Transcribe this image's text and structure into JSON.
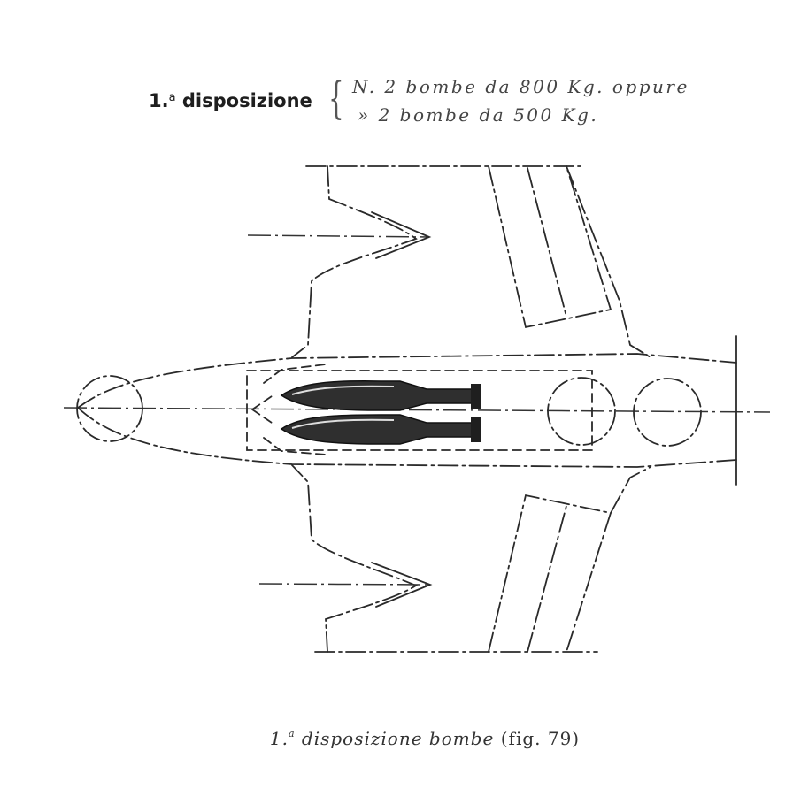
{
  "header": {
    "number": "1.",
    "number_sup": "a",
    "title": "disposizione",
    "options": [
      "N. 2 bombe da 800 Kg. oppure",
      "» 2 bombe da 500 Kg."
    ]
  },
  "caption": {
    "number": "1.",
    "number_sup": "a",
    "text": "disposizione bombe",
    "fig": "(fig. 79)"
  }
}
